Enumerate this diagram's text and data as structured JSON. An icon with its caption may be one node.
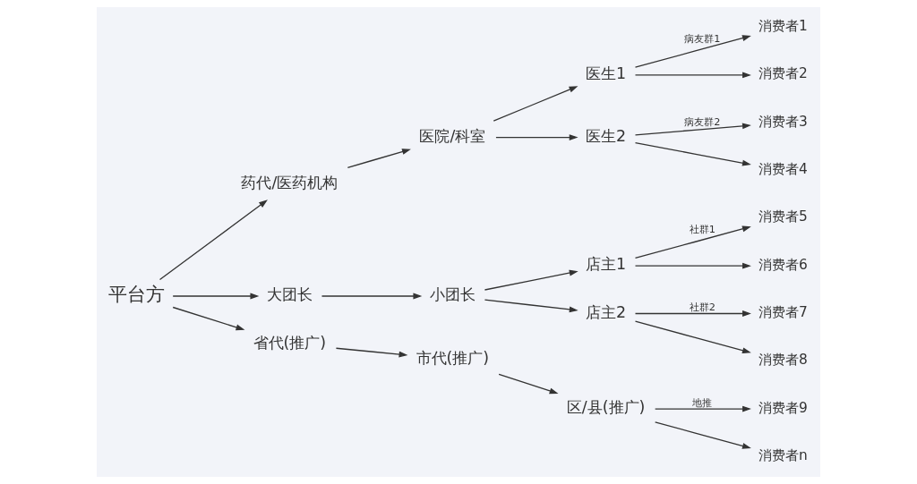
{
  "diagram": {
    "nodes": [
      {
        "text": [
          "平台方"
        ]
      },
      {
        "text": [
          "药代/医药机构"
        ]
      },
      {
        "text": [
          "医院/科室"
        ]
      },
      {
        "text": [
          "医生1"
        ]
      },
      {
        "text": [
          "医生2"
        ]
      },
      {
        "text": [
          "消费者1"
        ]
      },
      {
        "text": [
          "消费者2"
        ]
      },
      {
        "text": [
          "消费者3"
        ]
      },
      {
        "text": [
          "消费者4"
        ]
      },
      {
        "text": [
          "大团长"
        ]
      },
      {
        "text": [
          "小团长"
        ]
      },
      {
        "text": [
          "店主1"
        ]
      },
      {
        "text": [
          "店主2"
        ]
      },
      {
        "text": [
          "消费者5"
        ]
      },
      {
        "text": [
          "消费者6"
        ]
      },
      {
        "text": [
          "消费者7"
        ]
      },
      {
        "text": [
          "消费者8"
        ]
      },
      {
        "text": [
          "省代(推广)"
        ]
      },
      {
        "text": [
          "市代(推广)"
        ]
      },
      {
        "text": [
          "区/县(推广)"
        ]
      },
      {
        "text": [
          "消费者9"
        ]
      },
      {
        "text": [
          "消费者n"
        ]
      }
    ],
    "edges": [
      {
        "from": 0,
        "to": 1,
        "arrow": "to"
      },
      {
        "from": 0,
        "to": 9,
        "arrow": "to"
      },
      {
        "from": 0,
        "to": 17,
        "arrow": "to"
      },
      {
        "from": 1,
        "to": 2,
        "arrow": "to"
      },
      {
        "from": 2,
        "to": 3,
        "arrow": "to"
      },
      {
        "from": 2,
        "to": 4,
        "arrow": "to"
      },
      {
        "from": 3,
        "to": 5,
        "arrow": "to",
        "label": "病友群1"
      },
      {
        "from": 3,
        "to": 6,
        "arrow": "to"
      },
      {
        "from": 4,
        "to": 7,
        "arrow": "to",
        "label": "病友群2"
      },
      {
        "from": 4,
        "to": 8,
        "arrow": "to"
      },
      {
        "from": 9,
        "to": 10,
        "arrow": "to"
      },
      {
        "from": 10,
        "to": 11,
        "arrow": "to"
      },
      {
        "from": 10,
        "to": 12,
        "arrow": "to"
      },
      {
        "from": 11,
        "to": 13,
        "arrow": "to",
        "label": "社群1"
      },
      {
        "from": 11,
        "to": 14,
        "arrow": "to"
      },
      {
        "from": 12,
        "to": 15,
        "arrow": "to",
        "label": "社群2"
      },
      {
        "from": 12,
        "to": 16,
        "arrow": "to"
      },
      {
        "from": 17,
        "to": 18,
        "arrow": "to"
      },
      {
        "from": 18,
        "to": 19,
        "arrow": "to"
      },
      {
        "from": 19,
        "to": 20,
        "arrow": "to",
        "label": "地推"
      },
      {
        "from": 19,
        "to": 21,
        "arrow": "to"
      }
    ]
  }
}
